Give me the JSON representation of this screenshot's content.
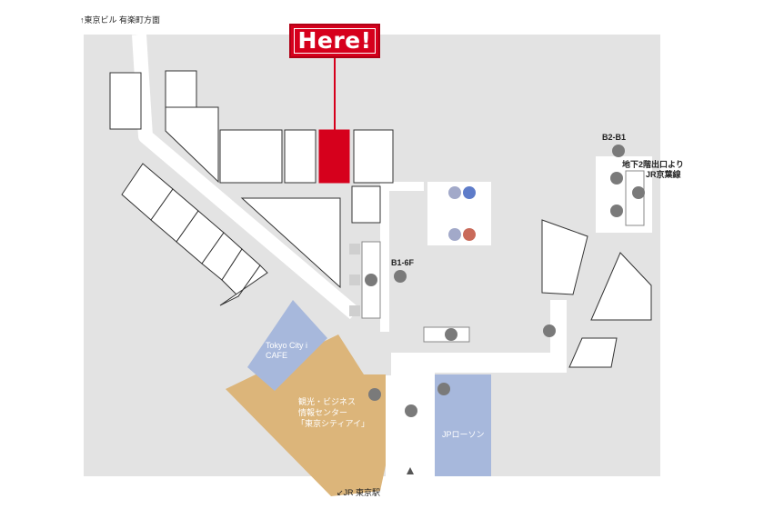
{
  "here_marker": {
    "label": "Here!"
  },
  "direction_labels": {
    "north": "↑東京ビル 有楽町方面",
    "south": "↙JR 東京駅"
  },
  "floor_labels": {
    "b2_b1": "B2-B1",
    "b1_6f": "B1-6F"
  },
  "exit_note": {
    "line1": "地下2階出口より",
    "line2": "JR京葉線"
  },
  "areas": {
    "cafe": {
      "line1": "Tokyo City i",
      "line2": "CAFE"
    },
    "info_center": {
      "line1": "観光・ビジネス",
      "line2": "情報センター",
      "line3": "「東京シティアイ」"
    },
    "convenience": {
      "label": "JPローソン"
    }
  },
  "colors": {
    "floor": "#e3e3e3",
    "shop": "#ffffff",
    "current_shop": "#d6001c",
    "info_area": "#dcb57a",
    "cafe_area": "#a7b8dc",
    "store_area": "#a7b8dc",
    "icon": "#7a7a7a",
    "accessible_icon": "#a2a9c9",
    "male_icon": "#5e7cc9",
    "female_icon": "#c96a5a"
  },
  "icons": [
    "toilet-accessible-icon",
    "toilet-male-icon",
    "toilet-female-icon",
    "escalator-icon",
    "elevator-icon",
    "information-icon",
    "phone-icon",
    "atm-icon",
    "post-icon",
    "cafe-icon"
  ]
}
